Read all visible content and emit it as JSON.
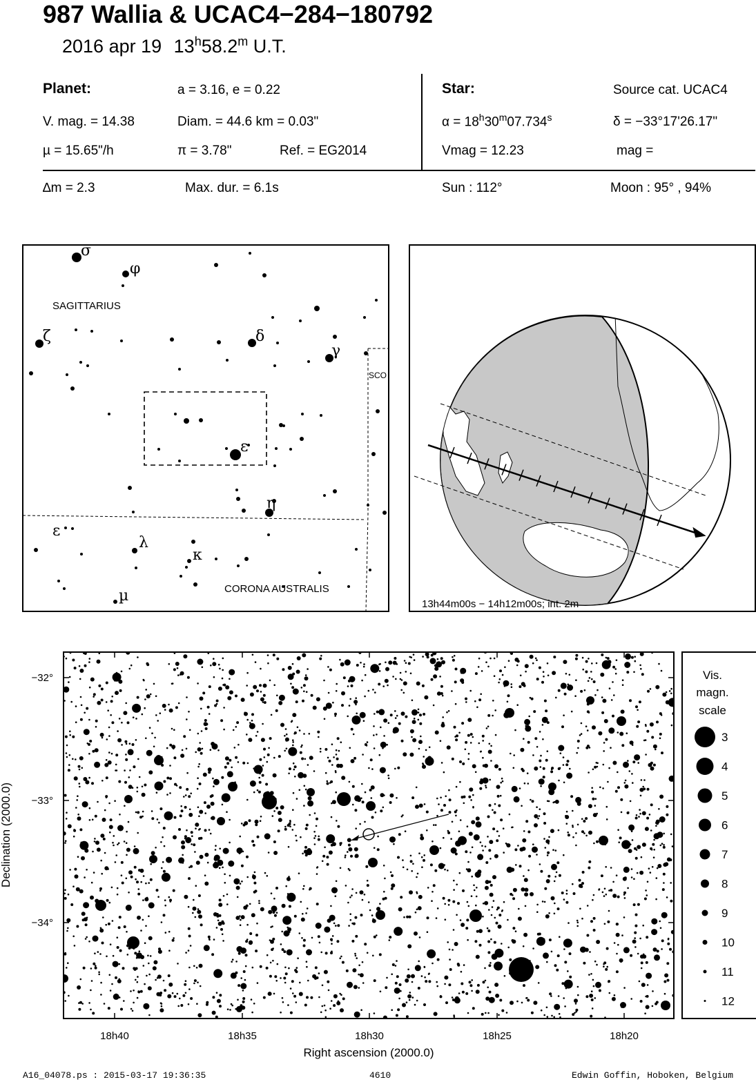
{
  "header": {
    "title": "987 Wallia  &  UCAC4−284−180792",
    "date": "2016 apr 19",
    "time_h": "13",
    "time_h_sup": "h",
    "time_m": "58.2",
    "time_m_sup": "m",
    "time_suffix": "U.T."
  },
  "planet": {
    "heading": "Planet:",
    "orbit": "a = 3.16, e = 0.22",
    "vmag": "V. mag. = 14.38",
    "diam": "Diam. = 44.6 km = 0.03\"",
    "mu": "µ =  15.65\"/h",
    "parallax": "π =  3.78\"",
    "ref": "Ref. = EG2014",
    "delta_m": "∆m = 2.3",
    "max_dur": "Max. dur. = 6.1s"
  },
  "star": {
    "heading": "Star:",
    "source": "Source cat.  UCAC4",
    "ra_pre": "α = 18",
    "ra_h": "h",
    "ra_mid": "30",
    "ra_m": "m",
    "ra_post": "07.734",
    "ra_s": "s",
    "dec": "δ = −33°17'26.17\"",
    "vmag": "Vmag = 12.23",
    "mag": "mag =",
    "sun": "Sun : 112°",
    "moon": "Moon :  95° , 94%"
  },
  "finder": {
    "constellation_1": "SAGITTARIUS",
    "constellation_2": "CORONA AUSTRALIS",
    "constellation_3": "SCO",
    "greek_sigma": "σ",
    "greek_phi": "φ",
    "greek_zeta": "ζ",
    "greek_delta": "δ",
    "greek_gamma": "γ",
    "greek_epsilon": "ε",
    "greek_eta": "η",
    "greek_epsilon2": "ε",
    "greek_lambda": "λ",
    "greek_kappa": "κ",
    "greek_mu": "µ"
  },
  "globe": {
    "caption": "13h44m00s − 14h12m00s; int.  2m"
  },
  "chart_data": {
    "type": "scatter",
    "xlabel": "Right ascension (2000.0)",
    "ylabel": "Declination (2000.0)",
    "x_ticks": [
      "18h40",
      "18h35",
      "18h30",
      "18h25",
      "18h20"
    ],
    "y_ticks": [
      "−32°",
      "−33°",
      "−34°"
    ],
    "legend_title": [
      "Vis.",
      "magn.",
      "scale"
    ],
    "legend_mags": [
      "3",
      "4",
      "5",
      "6",
      "7",
      "8",
      "9",
      "10",
      "11",
      "12"
    ],
    "legend_placement": "right"
  },
  "footer": {
    "left": "A16_04078.ps : 2015-03-17 19:36:35",
    "center": "4610",
    "right": "Edwin Goffin, Hoboken, Belgium"
  }
}
